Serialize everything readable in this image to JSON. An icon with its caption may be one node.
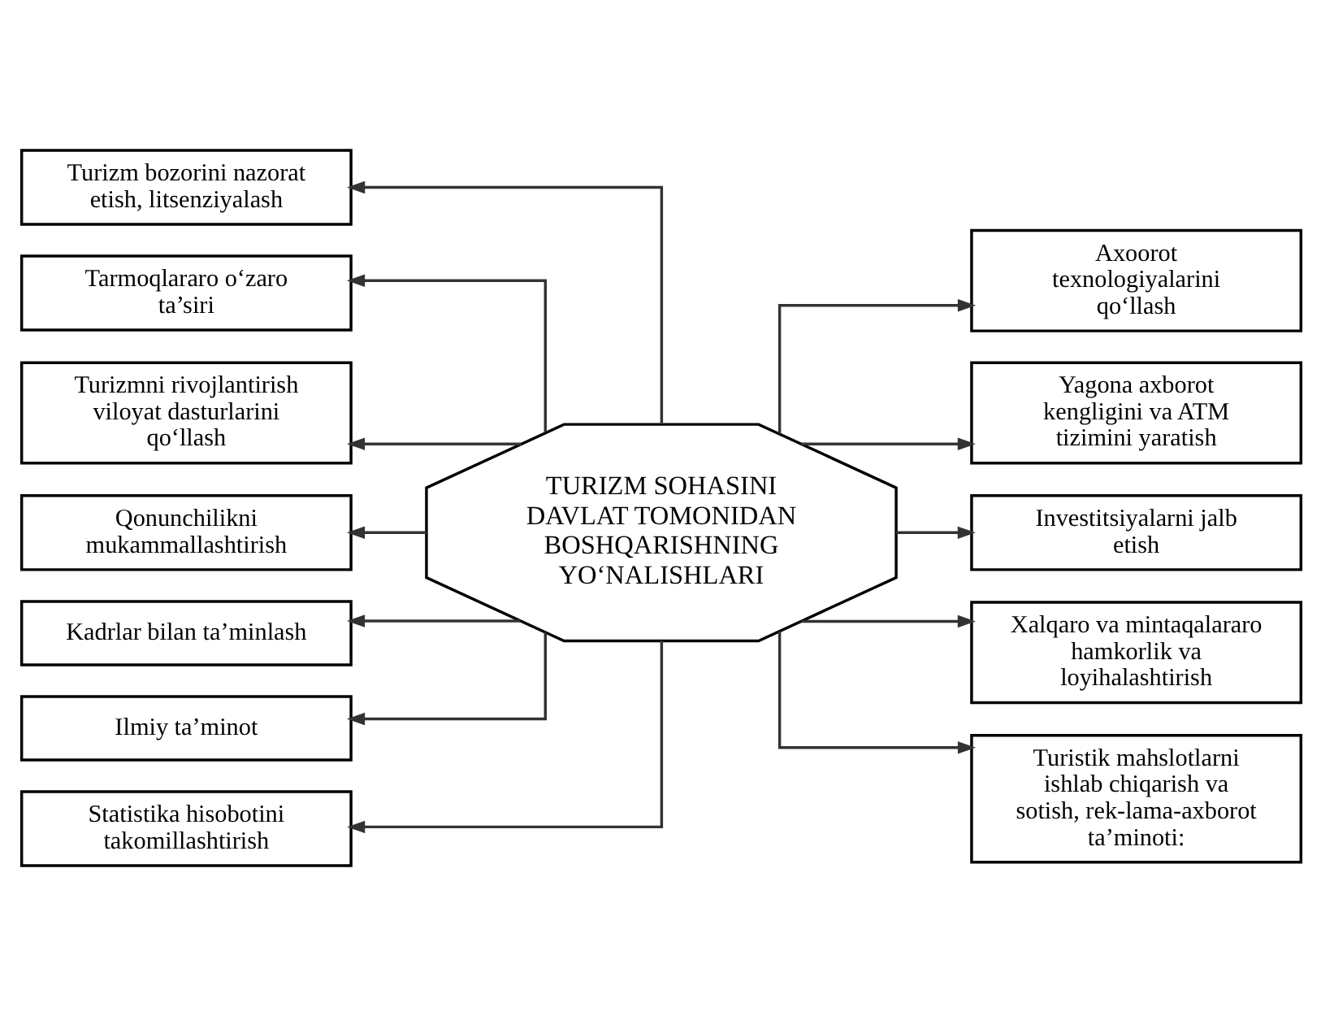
{
  "diagram": {
    "nodes": [
      {
        "text": [
          "TURIZM SOHASINI DAVLAT TOMONIDAN BOSHQARISHNING YO‘NALISHLARI"
        ]
      },
      {
        "text": [
          "Turizm bozorini nazorat etish, litsenziyalash"
        ]
      },
      {
        "text": [
          "Tarmoqlararo o‘zaro ta’siri"
        ]
      },
      {
        "text": [
          "Turizmni rivojlantirish viloyat dasturlarini qo‘llash"
        ]
      },
      {
        "text": [
          "Qonunchilikni mukammallashtirish"
        ]
      },
      {
        "text": [
          "Kadrlar bilan ta’minlash"
        ]
      },
      {
        "text": [
          "Ilmiy ta’minot"
        ]
      },
      {
        "text": [
          "Statistika hisobotini takomillashtirish"
        ]
      },
      {
        "text": [
          "Axoorot texnologiyalarini qo‘llash"
        ]
      },
      {
        "text": [
          "Yagona axborot kengligini va ATM tizimini yaratish"
        ]
      },
      {
        "text": [
          "Investitsiyalarni jalb etish"
        ]
      },
      {
        "text": [
          "Xalqaro va mintaqalararo hamkorlik va loyihalashtirish"
        ]
      },
      {
        "text": [
          "Turistik mahslotlarni ishlab chiqarish va sotish, rek-lama-axborot ta’minoti:"
        ]
      }
    ],
    "edges": [
      {
        "from": 0,
        "to": 1,
        "arrow": "to"
      },
      {
        "from": 0,
        "to": 2,
        "arrow": "to"
      },
      {
        "from": 0,
        "to": 3,
        "arrow": "to"
      },
      {
        "from": 0,
        "to": 4,
        "arrow": "to"
      },
      {
        "from": 0,
        "to": 5,
        "arrow": "to"
      },
      {
        "from": 0,
        "to": 6,
        "arrow": "to"
      },
      {
        "from": 0,
        "to": 7,
        "arrow": "to"
      },
      {
        "from": 0,
        "to": 8,
        "arrow": "to"
      },
      {
        "from": 0,
        "to": 9,
        "arrow": "to"
      },
      {
        "from": 0,
        "to": 10,
        "arrow": "to"
      },
      {
        "from": 0,
        "to": 11,
        "arrow": "to"
      },
      {
        "from": 0,
        "to": 12,
        "arrow": "to"
      }
    ]
  }
}
